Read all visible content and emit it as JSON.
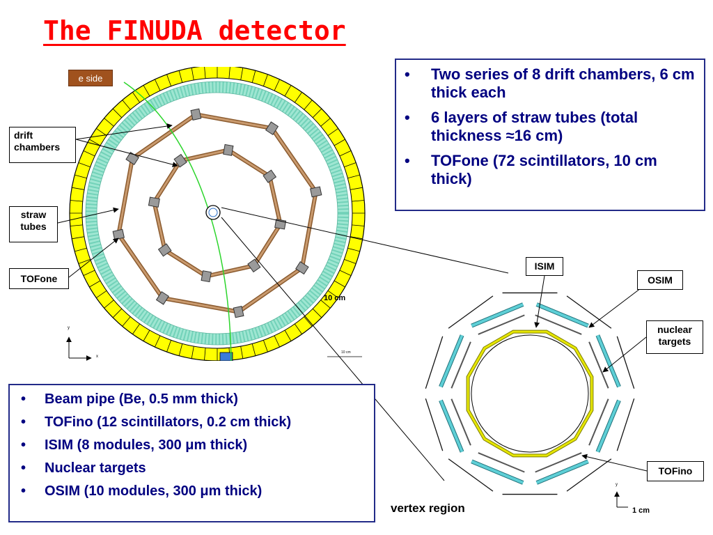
{
  "title": "The FINUDA detector",
  "colors": {
    "title": "#ff0000",
    "bullet_text": "#000080",
    "tofone": "#ffff00",
    "straw": "#b9f5e5",
    "chamber": "#c99a6e",
    "isim": "#e6e600",
    "osim": "#5ecfd6",
    "trajectory": "#2bd52b",
    "e_side_badge": "#a0521e"
  },
  "top_box": {
    "bullets": [
      "Two series of 8 drift chambers, 6 cm thick each",
      "6 layers of straw tubes (total thickness ≈16 cm)",
      "TOFone (72 scintillators, 10 cm thick)"
    ]
  },
  "bottom_box": {
    "bullets": [
      "Beam pipe (Be, 0.5 mm thick)",
      "TOFino (12 scintillators, 0.2 cm thick)",
      "ISIM (8 modules, 300 μm thick)",
      "Nuclear targets",
      "OSIM (10 modules, 300 μm thick)"
    ]
  },
  "detector_labels": {
    "e_side": "e side",
    "drift_chambers": "drift\nchambers",
    "straw_tubes": "straw\ntubes",
    "tofone": "TOFone",
    "scale": "10 cm",
    "axis_x": "x",
    "axis_y": "y",
    "inner_scale": "10 cm"
  },
  "vertex_labels": {
    "isim": "ISIM",
    "osim": "OSIM",
    "nuclear_targets": "nuclear\ntargets",
    "tofino": "TOFino",
    "caption": "vertex region",
    "scale": "1 cm",
    "axis_y": "y"
  }
}
